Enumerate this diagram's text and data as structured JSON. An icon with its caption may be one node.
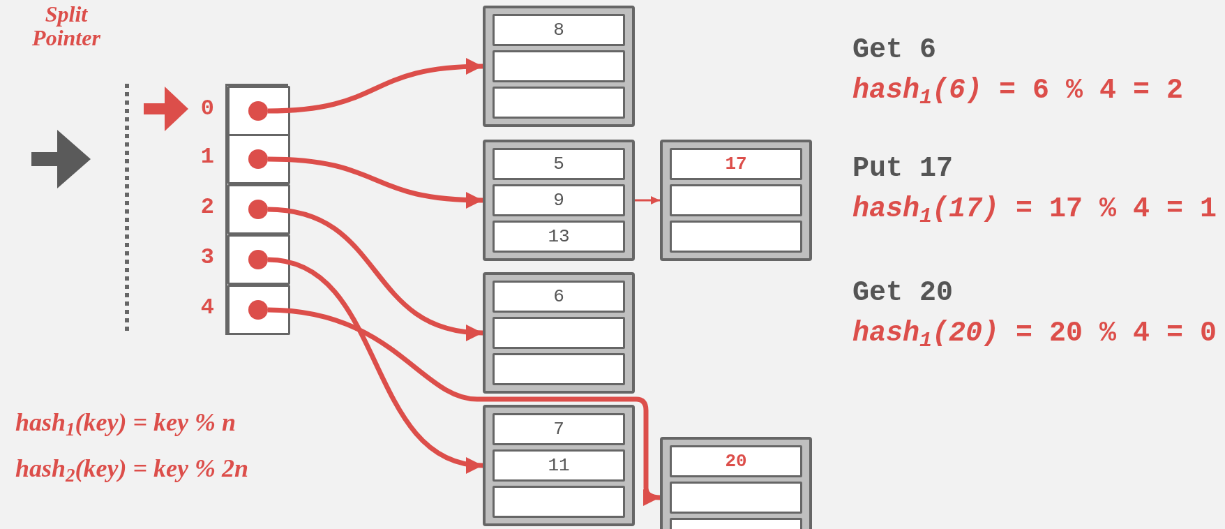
{
  "diagram": {
    "nodes": [
      {
        "text": [],
        "shape": "box"
      },
      {
        "text": [],
        "shape": "box",
        "in": 0,
        "beside": [
          "0"
        ]
      },
      {
        "text": [],
        "shape": "circle",
        "in": 1
      },
      {
        "text": [],
        "shape": "box",
        "in": 0,
        "beside": [
          "1"
        ]
      },
      {
        "text": [],
        "shape": "circle",
        "in": 3
      },
      {
        "text": [],
        "shape": "box",
        "in": 0,
        "beside": [
          "2"
        ]
      },
      {
        "text": [],
        "shape": "circle",
        "in": 5
      },
      {
        "text": [],
        "shape": "box",
        "in": 0,
        "beside": [
          "3"
        ]
      },
      {
        "text": [],
        "shape": "circle",
        "in": 7
      },
      {
        "text": [],
        "shape": "box",
        "in": 0,
        "beside": [
          "4"
        ]
      },
      {
        "text": [],
        "shape": "circle",
        "in": 9
      },
      {
        "text": [],
        "shape": "box"
      },
      {
        "text": [
          "8"
        ],
        "in": 11
      },
      {
        "text": [],
        "shape": "box",
        "in": 11
      },
      {
        "text": [],
        "shape": "box",
        "in": 11
      },
      {
        "text": [],
        "shape": "box"
      },
      {
        "text": [
          "5"
        ],
        "in": 15
      },
      {
        "text": [
          "9"
        ],
        "in": 15
      },
      {
        "text": [
          "13"
        ],
        "in": 15
      },
      {
        "text": [],
        "shape": "box"
      },
      {
        "text": [
          "17"
        ],
        "in": 19
      },
      {
        "text": [],
        "shape": "box",
        "in": 19
      },
      {
        "text": [],
        "shape": "box",
        "in": 19
      },
      {
        "text": [],
        "shape": "box"
      },
      {
        "text": [
          "6"
        ],
        "in": 23
      },
      {
        "text": [],
        "shape": "box",
        "in": 23
      },
      {
        "text": [],
        "shape": "box",
        "in": 23
      },
      {
        "text": [],
        "shape": "box"
      },
      {
        "text": [
          "7"
        ],
        "in": 27
      },
      {
        "text": [
          "11"
        ],
        "in": 27
      },
      {
        "text": [],
        "shape": "box",
        "in": 27
      },
      {
        "text": [],
        "shape": "box"
      },
      {
        "text": [
          "20"
        ],
        "in": 31
      },
      {
        "text": [],
        "shape": "box",
        "in": 31
      },
      {
        "text": [],
        "shape": "box",
        "in": 31
      }
    ],
    "edges": [
      {
        "from": 2,
        "to": 11,
        "arrow": "to"
      },
      {
        "from": 4,
        "to": 15,
        "arrow": "to"
      },
      {
        "from": 6,
        "to": 23,
        "arrow": "to"
      },
      {
        "from": 8,
        "to": 27,
        "arrow": "to"
      },
      {
        "from": 10,
        "to": 31,
        "arrow": "to"
      },
      {
        "from": 15,
        "to": 19,
        "arrow": "to"
      }
    ],
    "labels": [
      "Split Pointer",
      "Get 6",
      "*hash$_{1}$(6)* = 6 % 4 = 2",
      "Put 17",
      "*hash$_{1}$(17)* = 17 % 4 = 1",
      "Get 20",
      "*hash$_{1}$(20)* = 20 % 4 = 0",
      "hash$_{1}$(key) = key % n",
      "hash$_{2}$(key) = key % 2n"
    ]
  }
}
